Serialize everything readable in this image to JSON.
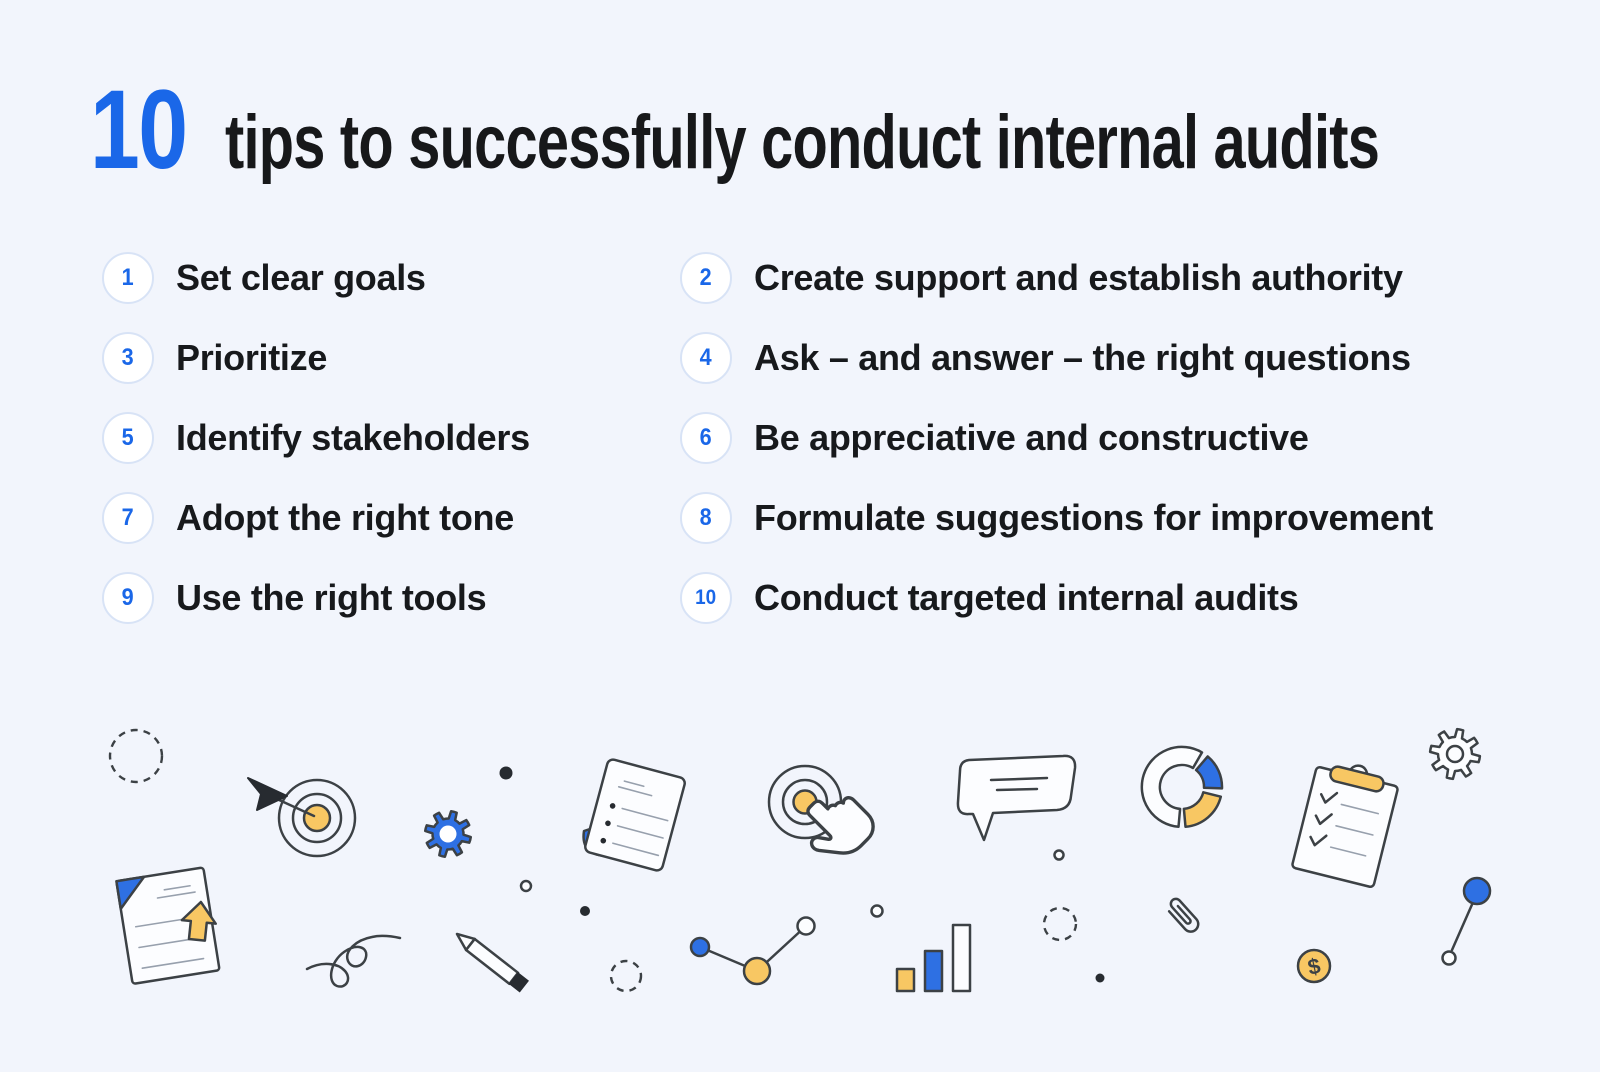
{
  "title": {
    "number": "10",
    "text": "tips to successfully conduct internal audits"
  },
  "tips": [
    {
      "number": "1",
      "label": "Set clear goals"
    },
    {
      "number": "2",
      "label": "Create support and establish authority"
    },
    {
      "number": "3",
      "label": "Prioritize"
    },
    {
      "number": "4",
      "label": "Ask – and answer – the right questions"
    },
    {
      "number": "5",
      "label": "Identify stakeholders"
    },
    {
      "number": "6",
      "label": "Be appreciative and constructive"
    },
    {
      "number": "7",
      "label": "Adopt the right tone"
    },
    {
      "number": "8",
      "label": "Formulate suggestions for improvement"
    },
    {
      "number": "9",
      "label": "Use the right tools"
    },
    {
      "number": "10",
      "label": "Conduct targeted internal audits"
    }
  ],
  "colors": {
    "background": "#f2f5fc",
    "accent_blue": "#1a67e8",
    "icon_blue": "#2e70e3",
    "icon_yellow": "#f8c763",
    "outline": "#3c4145",
    "badge_border": "#d8e3f6",
    "title_color": "#17181a"
  },
  "illustrations": [
    "dashed-circle",
    "target-with-arrow",
    "gear",
    "document-upload",
    "squiggle",
    "pencil",
    "checklist-document",
    "target-click-hand",
    "speech-bubble",
    "donut-chart",
    "bar-chart",
    "paperclip",
    "clipboard-checklist",
    "gear-outline",
    "pin-connector",
    "dollar-coin",
    "line-chart-dots",
    "scatter-dots"
  ]
}
